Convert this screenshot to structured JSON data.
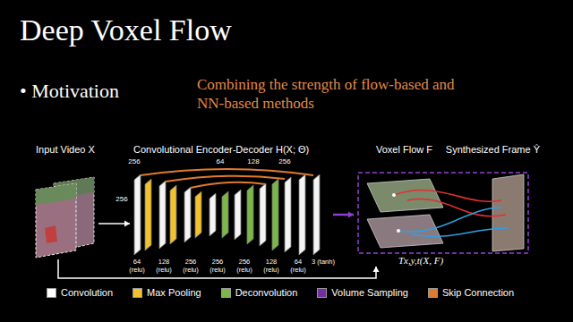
{
  "diagram": {
    "title": "Deep Voxel Flow",
    "nodes": [
      {
        "text": [
          "Input Video X"
        ]
      },
      {
        "text": [
          "Convolutional Encoder-Decoder H(X; Θ)"
        ]
      },
      {
        "text": [
          "Voxel Flow F",
          "Tx,y,t(X, F)"
        ]
      },
      {
        "text": [
          "Synthesized Frame Ŷ"
        ]
      }
    ],
    "edges": [
      {
        "from": 0,
        "to": 1,
        "arrow": "to"
      },
      {
        "from": 1,
        "to": 2,
        "arrow": "to"
      },
      {
        "from": 0,
        "to": 2,
        "arrow": "to"
      }
    ],
    "labels": [
      "• Motivation",
      "Combining the strength of flow-based and NN-based methods",
      "256",
      "256",
      "64",
      "128",
      "256",
      "64 (relu)",
      "128 (relu)",
      "256 (relu)",
      "256 (relu)",
      "256 (relu)",
      "128 (relu)",
      "64 (relu)",
      "3 (tanh)"
    ],
    "legend": [
      {
        "text": "Convolution",
        "color": "#ffffff"
      },
      {
        "text": "Max Pooling",
        "color": "#f2c12e"
      },
      {
        "text": "Deconvolution",
        "color": "#7ab648"
      },
      {
        "text": "Volume Sampling",
        "color": "#7030a0"
      },
      {
        "text": "Skip Connection",
        "color": "#e07a30"
      }
    ]
  }
}
